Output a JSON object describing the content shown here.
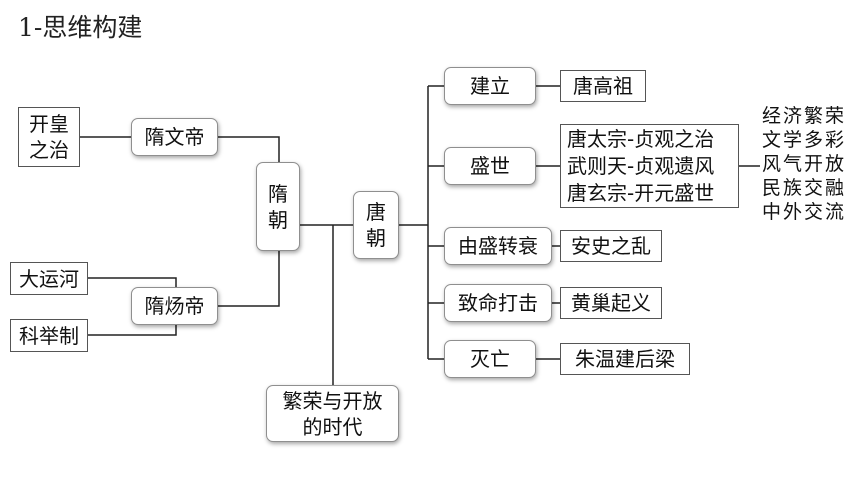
{
  "title": "1-思维构建",
  "sui": {
    "label": [
      "隋",
      "朝"
    ],
    "emperors": [
      {
        "name": "隋文帝",
        "achievements": [
          "开皇",
          "之治"
        ]
      },
      {
        "name": "隋炀帝",
        "achievements": [
          "大运河",
          "科举制"
        ]
      }
    ]
  },
  "tang": {
    "label": [
      "唐",
      "朝"
    ],
    "stages": [
      {
        "name": "建立",
        "details": [
          "唐高祖"
        ]
      },
      {
        "name": "盛世",
        "details": [
          "唐太宗-贞观之治",
          "武则天-贞观遗风",
          "唐玄宗-开元盛世"
        ]
      },
      {
        "name": "由盛转衰",
        "details": [
          "安史之乱"
        ]
      },
      {
        "name": "致命打击",
        "details": [
          "黄巢起义"
        ]
      },
      {
        "name": "灭亡",
        "details": [
          "朱温建后梁"
        ]
      }
    ],
    "prosperity_features": [
      "经济繁荣",
      "文学多彩",
      "风气开放",
      "民族交融",
      "中外交流"
    ]
  },
  "era": {
    "label": [
      "繁荣与开放",
      "的时代"
    ]
  }
}
